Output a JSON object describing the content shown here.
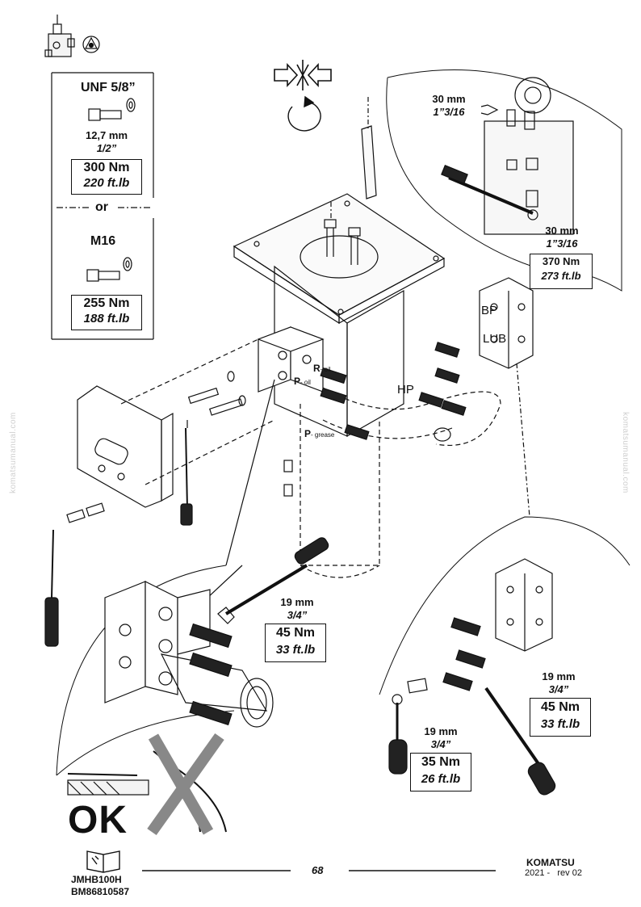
{
  "left_panel": {
    "unf_title": "UNF 5/8”",
    "unf_size_mm": "12,7 mm",
    "unf_size_in": "1/2”",
    "unf_torque_nm": "300 Nm",
    "unf_torque_ftlb": "220 ft.lb",
    "or_label": "or",
    "m16_title": "M16",
    "m16_torque_nm": "255 Nm",
    "m16_torque_ftlb": "188 ft.lb"
  },
  "top_right_detail": {
    "wrench1_mm": "30 mm",
    "wrench1_in": "1”3/16",
    "wrench2_mm": "30 mm",
    "wrench2_in": "1”3/16",
    "torque_nm": "370  Nm",
    "torque_ftlb": "273 ft.lb"
  },
  "ports": {
    "bp": "BP",
    "lub": "LUB",
    "hp": "HP",
    "r_main": "R",
    "r_sub": "- oil",
    "p_main": "P",
    "p_sub": "- oil",
    "pg_main": "P",
    "pg_sub": "- grease"
  },
  "center_detail": {
    "wrench_mm": "19 mm",
    "wrench_in": "3/4”",
    "torque_nm": "45 Nm",
    "torque_ftlb": "33 ft.lb"
  },
  "right_detail": {
    "wrench_a_mm": "19 mm",
    "wrench_a_in": "3/4”",
    "torque_a_nm": "45 Nm",
    "torque_a_ftlb": "33 ft.lb",
    "wrench_b_mm": "19 mm",
    "wrench_b_in": "3/4”",
    "torque_b_nm": "35 Nm",
    "torque_b_ftlb": "26 ft.lb"
  },
  "ok_label": "OK",
  "watermark": "komatsumanual.com",
  "footer": {
    "model": "JMHB100H",
    "doc_no": "BM86810587",
    "page": "68",
    "brand": "KOMATSU",
    "revision": "2021 -   rev 02"
  },
  "icons": [
    "hydraulic-block-icon",
    "lubrication-icon",
    "squeeze-arrows-icon",
    "rotation-icon",
    "manual-book-icon",
    "grease-gun-icon"
  ]
}
